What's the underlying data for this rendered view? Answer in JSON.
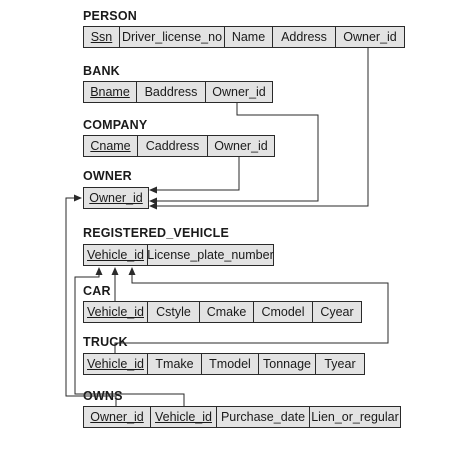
{
  "relations": [
    {
      "id": "person",
      "title": "PERSON",
      "attributes": [
        {
          "name": "Ssn",
          "pk": true
        },
        {
          "name": "Driver_license_no",
          "pk": false
        },
        {
          "name": "Name",
          "pk": false
        },
        {
          "name": "Address",
          "pk": false
        },
        {
          "name": "Owner_id",
          "pk": false
        }
      ]
    },
    {
      "id": "bank",
      "title": "BANK",
      "attributes": [
        {
          "name": "Bname",
          "pk": true
        },
        {
          "name": "Baddress",
          "pk": false
        },
        {
          "name": "Owner_id",
          "pk": false
        }
      ]
    },
    {
      "id": "company",
      "title": "COMPANY",
      "attributes": [
        {
          "name": "Cname",
          "pk": true
        },
        {
          "name": "Caddress",
          "pk": false
        },
        {
          "name": "Owner_id",
          "pk": false
        }
      ]
    },
    {
      "id": "owner",
      "title": "OWNER",
      "attributes": [
        {
          "name": "Owner_id",
          "pk": true
        }
      ]
    },
    {
      "id": "registered-vehicle",
      "title": "REGISTERED_VEHICLE",
      "attributes": [
        {
          "name": "Vehicle_id",
          "pk": true
        },
        {
          "name": "License_plate_number",
          "pk": false
        }
      ]
    },
    {
      "id": "car",
      "title": "CAR",
      "attributes": [
        {
          "name": "Vehicle_id",
          "pk": true
        },
        {
          "name": "Cstyle",
          "pk": false
        },
        {
          "name": "Cmake",
          "pk": false
        },
        {
          "name": "Cmodel",
          "pk": false
        },
        {
          "name": "Cyear",
          "pk": false
        }
      ]
    },
    {
      "id": "truck",
      "title": "TRUCK",
      "attributes": [
        {
          "name": "Vehicle_id",
          "pk": true
        },
        {
          "name": "Tmake",
          "pk": false
        },
        {
          "name": "Tmodel",
          "pk": false
        },
        {
          "name": "Tonnage",
          "pk": false
        },
        {
          "name": "Tyear",
          "pk": false
        }
      ]
    },
    {
      "id": "owns",
      "title": "OWNS",
      "attributes": [
        {
          "name": "Owner_id",
          "pk": true
        },
        {
          "name": "Vehicle_id",
          "pk": true
        },
        {
          "name": "Purchase_date",
          "pk": false
        },
        {
          "name": "Lien_or_regular",
          "pk": false
        }
      ]
    }
  ],
  "colors": {
    "cell_fill": "#e3e3e3",
    "line": "#2a2a2a"
  }
}
